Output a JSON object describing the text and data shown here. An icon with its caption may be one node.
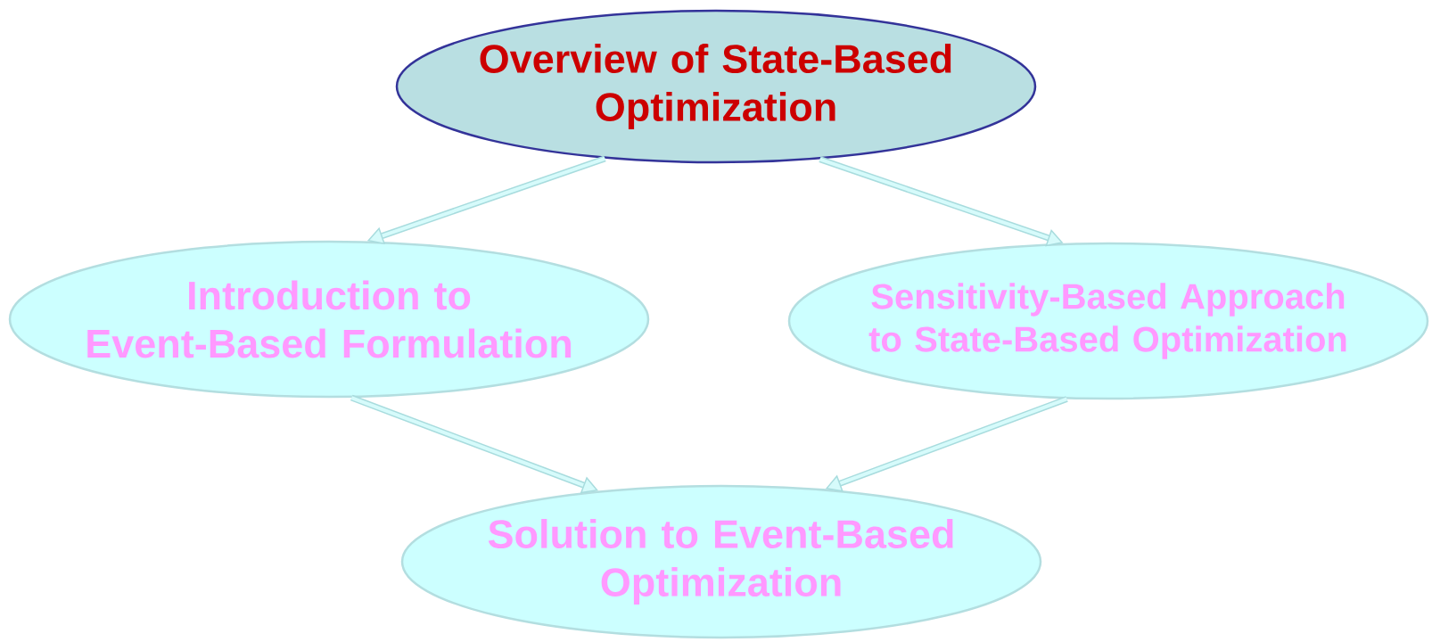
{
  "diagram": {
    "nodes": [
      {
        "text": [
          "Overview of State-Based Optimization"
        ]
      },
      {
        "text": [
          "Introduction to Event-Based Formulation"
        ]
      },
      {
        "text": [
          "Sensitivity-Based Approach to State-Based Optimization"
        ]
      },
      {
        "text": [
          "Solution to Event-Based Optimization"
        ]
      }
    ],
    "edges": [
      {
        "from": 0,
        "to": 1,
        "arrow": "to"
      },
      {
        "from": 0,
        "to": 2,
        "arrow": "to"
      },
      {
        "from": 1,
        "to": 3,
        "arrow": "to"
      },
      {
        "from": 2,
        "to": 3,
        "arrow": "to"
      }
    ]
  }
}
